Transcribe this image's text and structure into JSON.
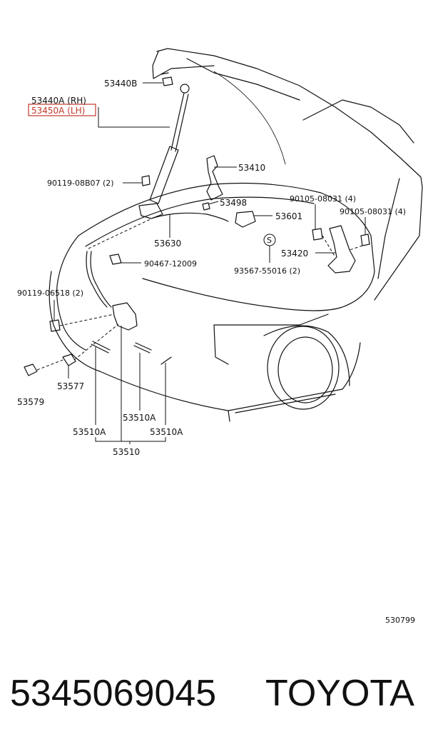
{
  "parts": {
    "p53440B": "53440B",
    "p53440A": "53440A (RH)",
    "p53450A": "53450A (LH)",
    "p53410": "53410",
    "p90119_08B07": "90119-08B07 (2)",
    "p53498": "53498",
    "p90105_08031_a": "90105-08031 (4)",
    "p53601": "53601",
    "p90105_08031_b": "90105-08031 (4)",
    "p53630": "53630",
    "p53420": "53420",
    "s_symbol": "S",
    "p90467_12009": "90467-12009",
    "p93567_55016": "93567-55016 (2)",
    "p90119_06518": "90119-06518 (2)",
    "p53577": "53577",
    "p53579": "53579",
    "p53510A_a": "53510A",
    "p53510A_b": "53510A",
    "p53510A_c": "53510A",
    "p53510": "53510"
  },
  "diagram_code": "530799",
  "footer": {
    "part_number": "5345069045",
    "brand": "TOYOTA"
  },
  "colors": {
    "highlight": "#c0392b",
    "line": "#111111"
  }
}
